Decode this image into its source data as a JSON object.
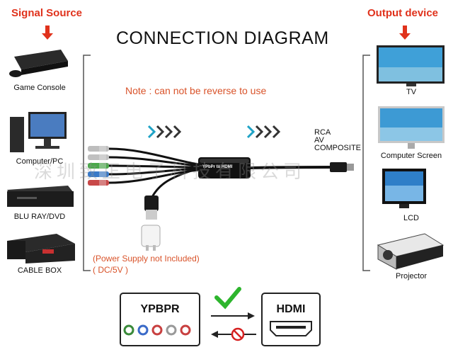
{
  "headers": {
    "signal_source": "Signal Source",
    "output_device": "Output device"
  },
  "title": "CONNECTION DIAGRAM",
  "note": "Note : can not be reverse to use",
  "colors": {
    "header_red": "#e0321c",
    "note_red": "#d9532a",
    "arrow_teal": "#1fa3c6",
    "check_green": "#2db52d",
    "ban_red": "#d62020"
  },
  "sources": [
    {
      "label": "Game Console",
      "icon": "game-console-icon"
    },
    {
      "label": "Computer/PC",
      "icon": "computer-icon"
    },
    {
      "label": "BLU RAY/DVD",
      "icon": "bluray-player-icon"
    },
    {
      "label": "CABLE BOX",
      "icon": "cable-box-icon"
    }
  ],
  "outputs": [
    {
      "label": "TV",
      "icon": "tv-icon"
    },
    {
      "label": "Computer Screen",
      "icon": "monitor-icon"
    },
    {
      "label": "LCD",
      "icon": "lcd-icon"
    },
    {
      "label": "Projector",
      "icon": "projector-icon"
    }
  ],
  "adapter_label": "YPbPr to HDMI",
  "port_labels": {
    "rca": "RCA",
    "av": "AV",
    "composite": "COMPOSITE"
  },
  "power": {
    "line1": "(Power Supply not Included)",
    "line2": "( DC/5V )"
  },
  "watermark": "深圳致正电子科技有限公司",
  "bottom": {
    "left_box": "YPBPR",
    "right_box": "HDMI"
  }
}
